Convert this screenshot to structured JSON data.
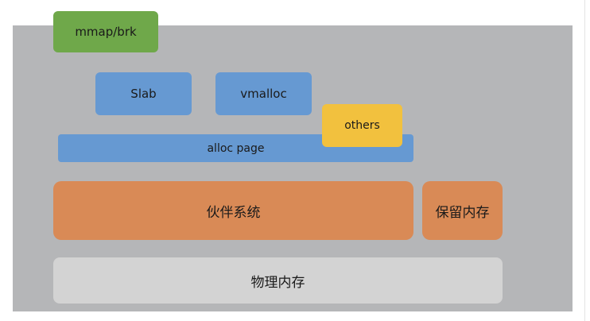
{
  "colors": {
    "panel_background": "#b5b6b8",
    "green_block": "#6fa84a",
    "blue_block": "#6699d2",
    "yellow_block": "#f2c13e",
    "orange_block": "#d98a56",
    "light_gray_block": "#d3d3d3"
  },
  "blocks": {
    "mmap_brk": "mmap/brk",
    "slab": "Slab",
    "vmalloc": "vmalloc",
    "alloc_page": "alloc page",
    "others": "others",
    "buddy_system": "伙伴系统",
    "reserved_memory": "保留内存",
    "physical_memory": "物理内存"
  }
}
